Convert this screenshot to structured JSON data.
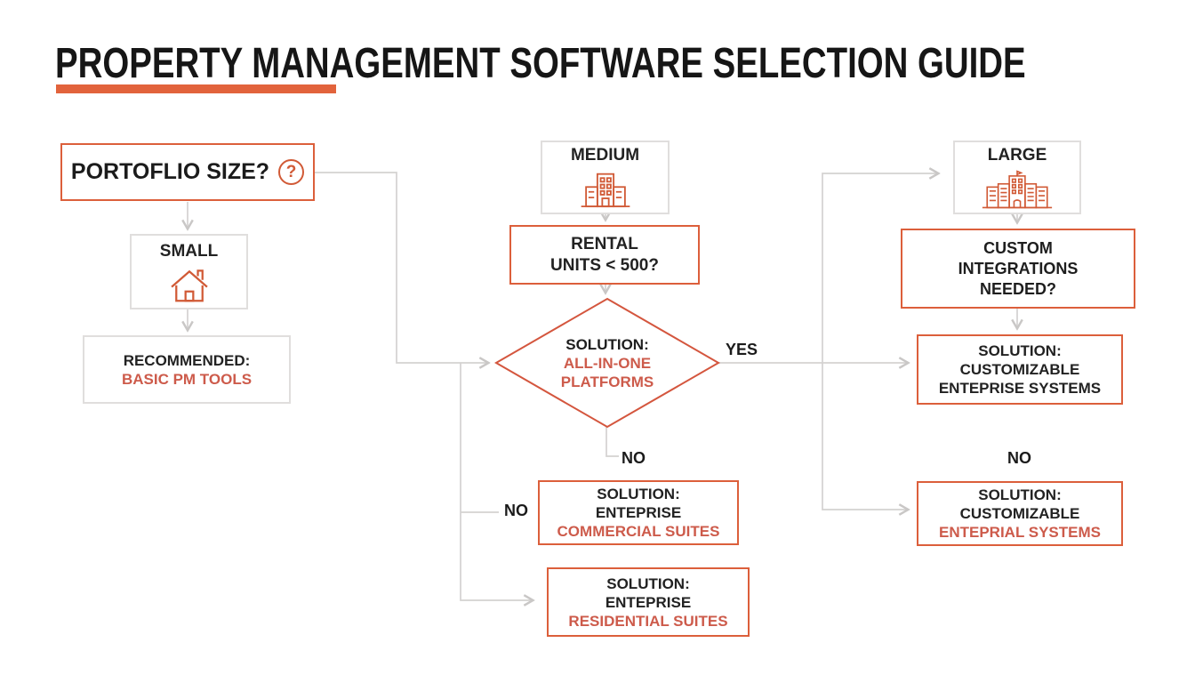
{
  "title": "PROPERTY MANAGEMENT SOFTWARE SELECTION GUIDE",
  "accent_color": "#E2633C",
  "orange_text_color": "#CD5B4B",
  "nodes": {
    "portfolio": {
      "label": "PORTOFLIO SIZE?",
      "icon": "question-mark-icon",
      "question_glyph": "?"
    },
    "small": {
      "label": "SMALL",
      "icon": "house-icon"
    },
    "recommended": {
      "lines": [
        "RECOMMENDED:",
        "BASIC PM TOOLS"
      ]
    },
    "medium": {
      "label": "MEDIUM",
      "icon": "building-icon"
    },
    "rental": {
      "lines": [
        "RENTAL",
        "UNITS < 500?"
      ]
    },
    "diamond": {
      "lines": [
        "SOLUTION:",
        "ALL-IN-ONE",
        "PLATFORMS"
      ]
    },
    "large": {
      "label": "LARGE",
      "icon": "city-icon"
    },
    "custom": {
      "lines": [
        "CUSTOM",
        "INTEGRATIONS",
        "NEEDED?"
      ]
    },
    "enterprise_systems": {
      "lines": [
        "SOLUTION:",
        "CUSTOMIZABLE",
        "ENTEPRISE SYSTEMS"
      ]
    },
    "commercial": {
      "lines": [
        "SOLUTION:",
        "ENTEPRISE",
        "COMMERCIAL SUITES"
      ]
    },
    "residential": {
      "lines": [
        "SOLUTION:",
        "ENTEPRISE",
        "RESIDENTIAL SUITES"
      ]
    },
    "entprial": {
      "lines": [
        "SOLUTION:",
        "CUSTOMIZABLE",
        "ENTEPRIAL SYSTEMS"
      ]
    }
  },
  "labels": {
    "yes": "YES",
    "no_center": "NO",
    "no_left": "NO",
    "no_right": "NO"
  }
}
